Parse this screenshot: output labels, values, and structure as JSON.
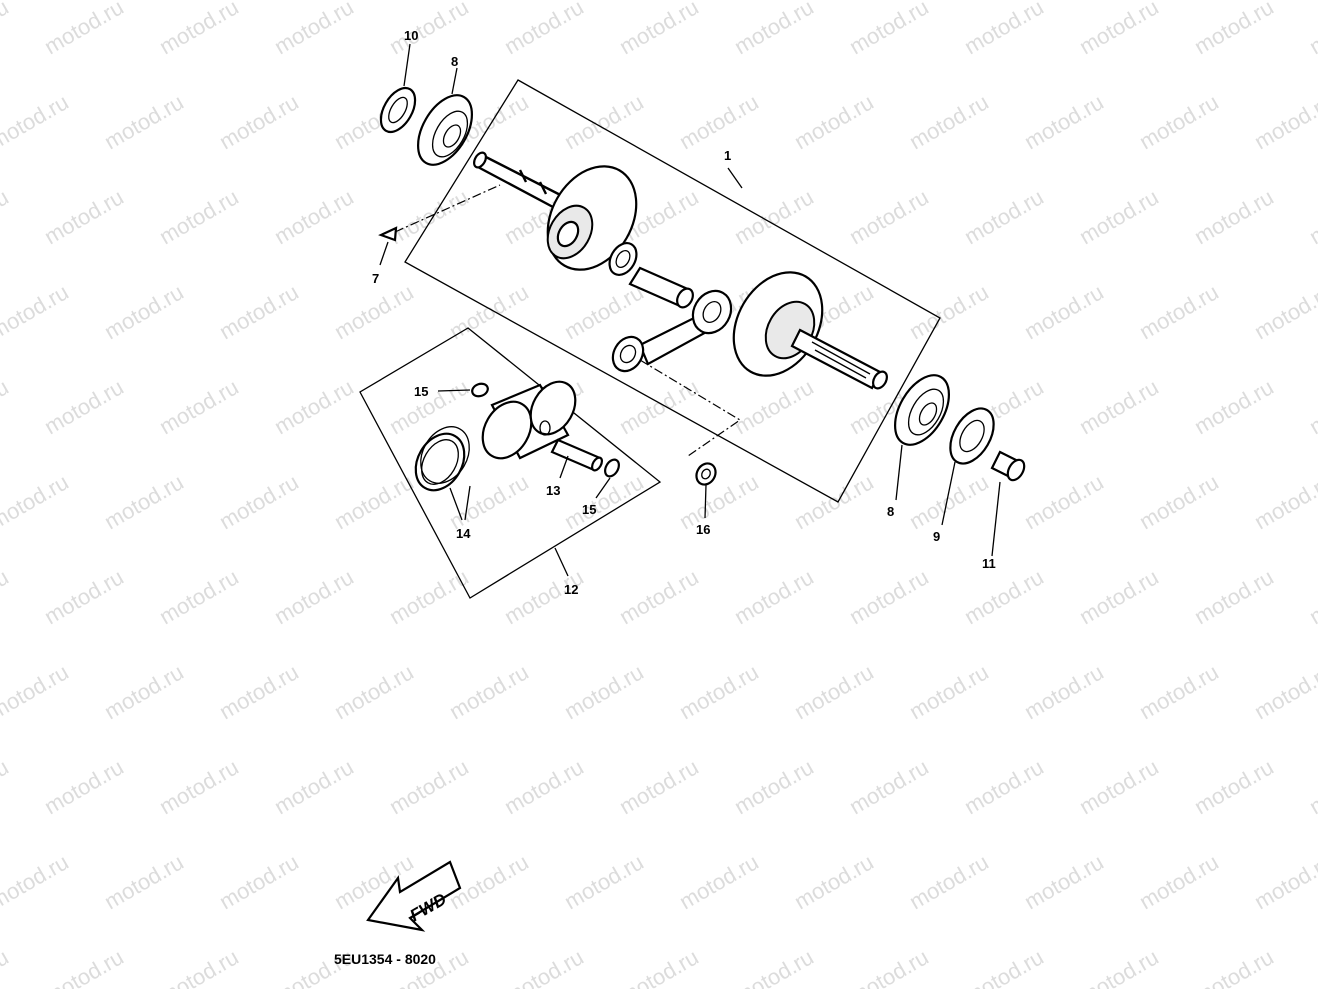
{
  "watermark": {
    "text": "motod.ru"
  },
  "callouts": [
    {
      "id": "c10",
      "label": "10"
    },
    {
      "id": "c8a",
      "label": "8"
    },
    {
      "id": "c1",
      "label": "1"
    },
    {
      "id": "c7",
      "label": "7"
    },
    {
      "id": "c15a",
      "label": "15"
    },
    {
      "id": "c13",
      "label": "13"
    },
    {
      "id": "c15b",
      "label": "15"
    },
    {
      "id": "c14",
      "label": "14"
    },
    {
      "id": "c12",
      "label": "12"
    },
    {
      "id": "c16",
      "label": "16"
    },
    {
      "id": "c8b",
      "label": "8"
    },
    {
      "id": "c9",
      "label": "9"
    },
    {
      "id": "c11",
      "label": "11"
    }
  ],
  "fwd_arrow": {
    "label": "FWD"
  },
  "diagram_code": "5EU1354 - 8020"
}
